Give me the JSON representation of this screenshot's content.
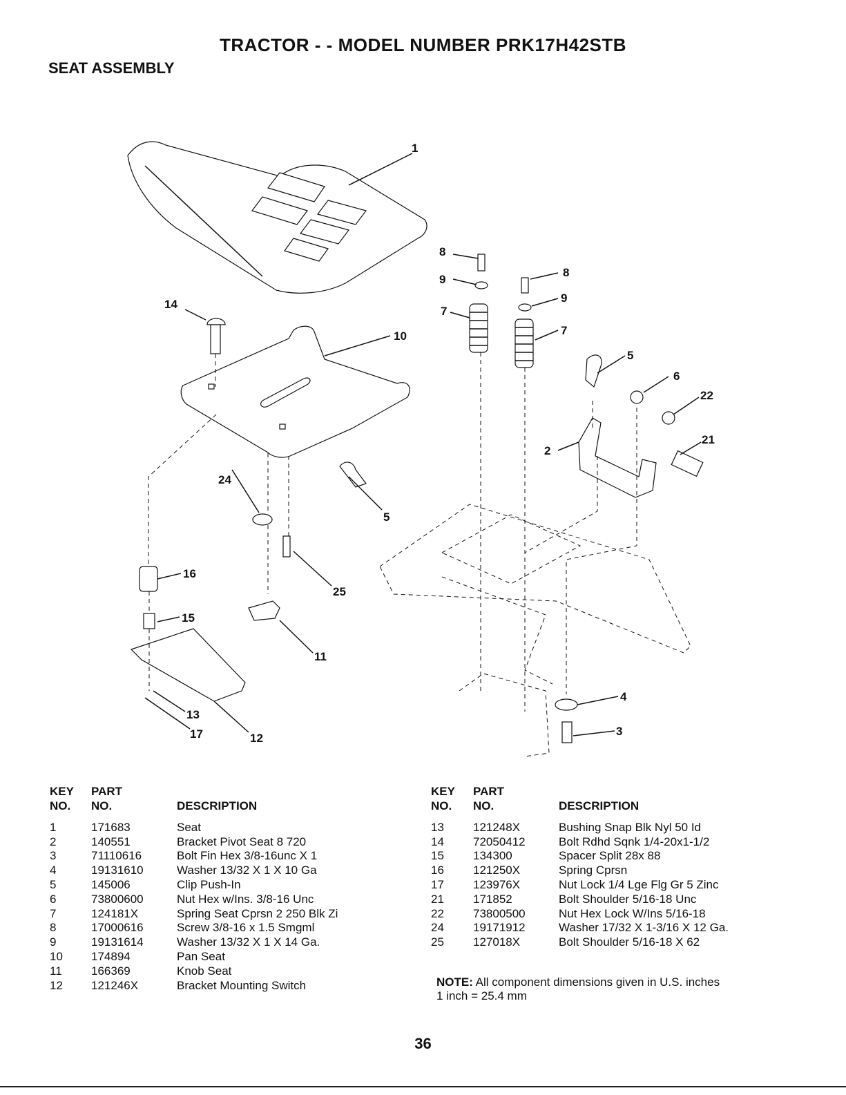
{
  "header": {
    "title": "TRACTOR - - MODEL NUMBER PRK17H42STB",
    "subtitle": "SEAT ASSEMBLY"
  },
  "diagram": {
    "callouts": [
      "1",
      "8",
      "9",
      "8",
      "9",
      "7",
      "7",
      "10",
      "14",
      "5",
      "6",
      "22",
      "21",
      "2",
      "24",
      "5",
      "16",
      "25",
      "15",
      "11",
      "13",
      "17",
      "12",
      "4",
      "3"
    ]
  },
  "table_headers": {
    "key_top": "KEY",
    "part_top": "PART",
    "key": "NO.",
    "part": "NO.",
    "description": "DESCRIPTION"
  },
  "parts_left": [
    {
      "key": "1",
      "part": "171683",
      "desc": "Seat"
    },
    {
      "key": "2",
      "part": "140551",
      "desc": "Bracket Pivot Seat 8 720"
    },
    {
      "key": "3",
      "part": "71110616",
      "desc": "Bolt Fin Hex 3/8-16unc X 1"
    },
    {
      "key": "4",
      "part": "19131610",
      "desc": "Washer 13/32 X 1 X 10 Ga"
    },
    {
      "key": "5",
      "part": "145006",
      "desc": "Clip Push-In"
    },
    {
      "key": "6",
      "part": "73800600",
      "desc": "Nut Hex w/Ins. 3/8-16 Unc"
    },
    {
      "key": "7",
      "part": "124181X",
      "desc": "Spring Seat Cprsn 2 250 Blk Zi"
    },
    {
      "key": "8",
      "part": "17000616",
      "desc": "Screw 3/8-16 x 1.5   Smgml"
    },
    {
      "key": "9",
      "part": "19131614",
      "desc": "Washer 13/32 X 1 X 14 Ga."
    },
    {
      "key": "10",
      "part": "174894",
      "desc": "Pan Seat"
    },
    {
      "key": "11",
      "part": "166369",
      "desc": "Knob Seat"
    },
    {
      "key": "12",
      "part": "121246X",
      "desc": "Bracket Mounting Switch"
    }
  ],
  "parts_right": [
    {
      "key": "13",
      "part": "121248X",
      "desc": "Bushing Snap Blk Nyl 50 Id"
    },
    {
      "key": "14",
      "part": "72050412",
      "desc": "Bolt Rdhd Sqnk 1/4-20x1-1/2"
    },
    {
      "key": "15",
      "part": "134300",
      "desc": "Spacer Split 28x 88"
    },
    {
      "key": "16",
      "part": "121250X",
      "desc": "Spring Cprsn"
    },
    {
      "key": "17",
      "part": "123976X",
      "desc": "Nut Lock 1/4 Lge Flg Gr 5 Zinc"
    },
    {
      "key": "21",
      "part": "171852",
      "desc": "Bolt Shoulder 5/16-18 Unc"
    },
    {
      "key": "22",
      "part": "73800500",
      "desc": "Nut Hex  Lock W/Ins  5/16-18"
    },
    {
      "key": "24",
      "part": "19171912",
      "desc": "Washer 17/32 X 1-3/16 X 12 Ga."
    },
    {
      "key": "25",
      "part": "127018X",
      "desc": "Bolt Shoulder 5/16-18 X 62"
    }
  ],
  "note": {
    "label": "NOTE:",
    "text": " All component dimensions given in U.S. inches",
    "conversion": "1 inch = 25.4 mm"
  },
  "page_number": "36"
}
